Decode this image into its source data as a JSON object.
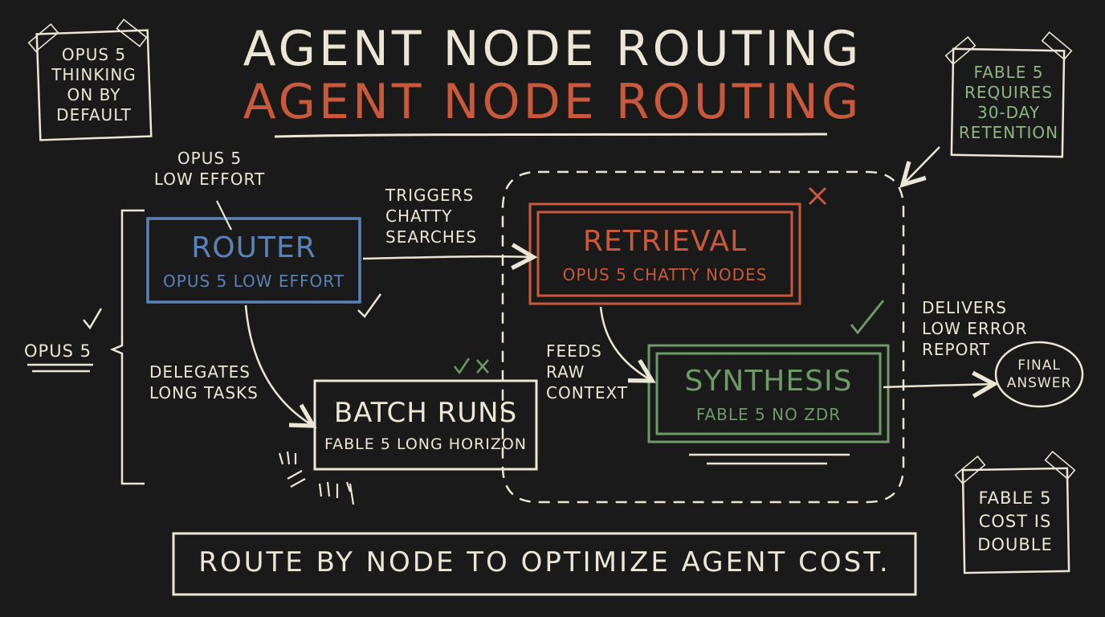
{
  "title": {
    "line1": "AGENT NODE ROUTING",
    "line2": "AGENT NODE ROUTING"
  },
  "notes": {
    "top_left": [
      "OPUS 5",
      "THINKING",
      "ON BY",
      "DEFAULT"
    ],
    "top_right": [
      "FABLE 5",
      "REQUIRES",
      "30-DAY",
      "RETENTION"
    ],
    "bottom_right": [
      "FABLE 5",
      "COST IS",
      "DOUBLE"
    ]
  },
  "nodes": {
    "router": {
      "title": "ROUTER",
      "subtitle": "OPUS 5  LOW EFFORT"
    },
    "batch": {
      "title": "BATCH RUNS",
      "subtitle": "FABLE 5  LONG HORIZON"
    },
    "retrieval": {
      "title": "RETRIEVAL",
      "subtitle": "OPUS 5  CHATTY NODES"
    },
    "synthesis": {
      "title": "SYNTHESIS",
      "subtitle": "FABLE 5  NO ZDR"
    },
    "final": {
      "title": "FINAL ANSWER"
    }
  },
  "labels": {
    "router_callout": [
      "OPUS 5",
      "LOW EFFORT"
    ],
    "opus_bracket": "OPUS 5",
    "delegates": [
      "DELEGATES",
      "LONG TASKS"
    ],
    "triggers": [
      "TRIGGERS",
      "CHATTY",
      "SEARCHES"
    ],
    "feeds": [
      "FEEDS",
      "RAW",
      "CONTEXT"
    ],
    "delivers": [
      "DELIVERS",
      "LOW ERROR",
      "REPORT"
    ]
  },
  "banner": "ROUTE BY NODE TO OPTIMIZE AGENT COST.",
  "colors": {
    "background": "#1a1a1a",
    "chalk": "#ece6d6",
    "router_blue": "#5b82b8",
    "retrieval_red": "#c9593a",
    "synthesis_green": "#6e9a68",
    "note_green": "#8fb584"
  }
}
